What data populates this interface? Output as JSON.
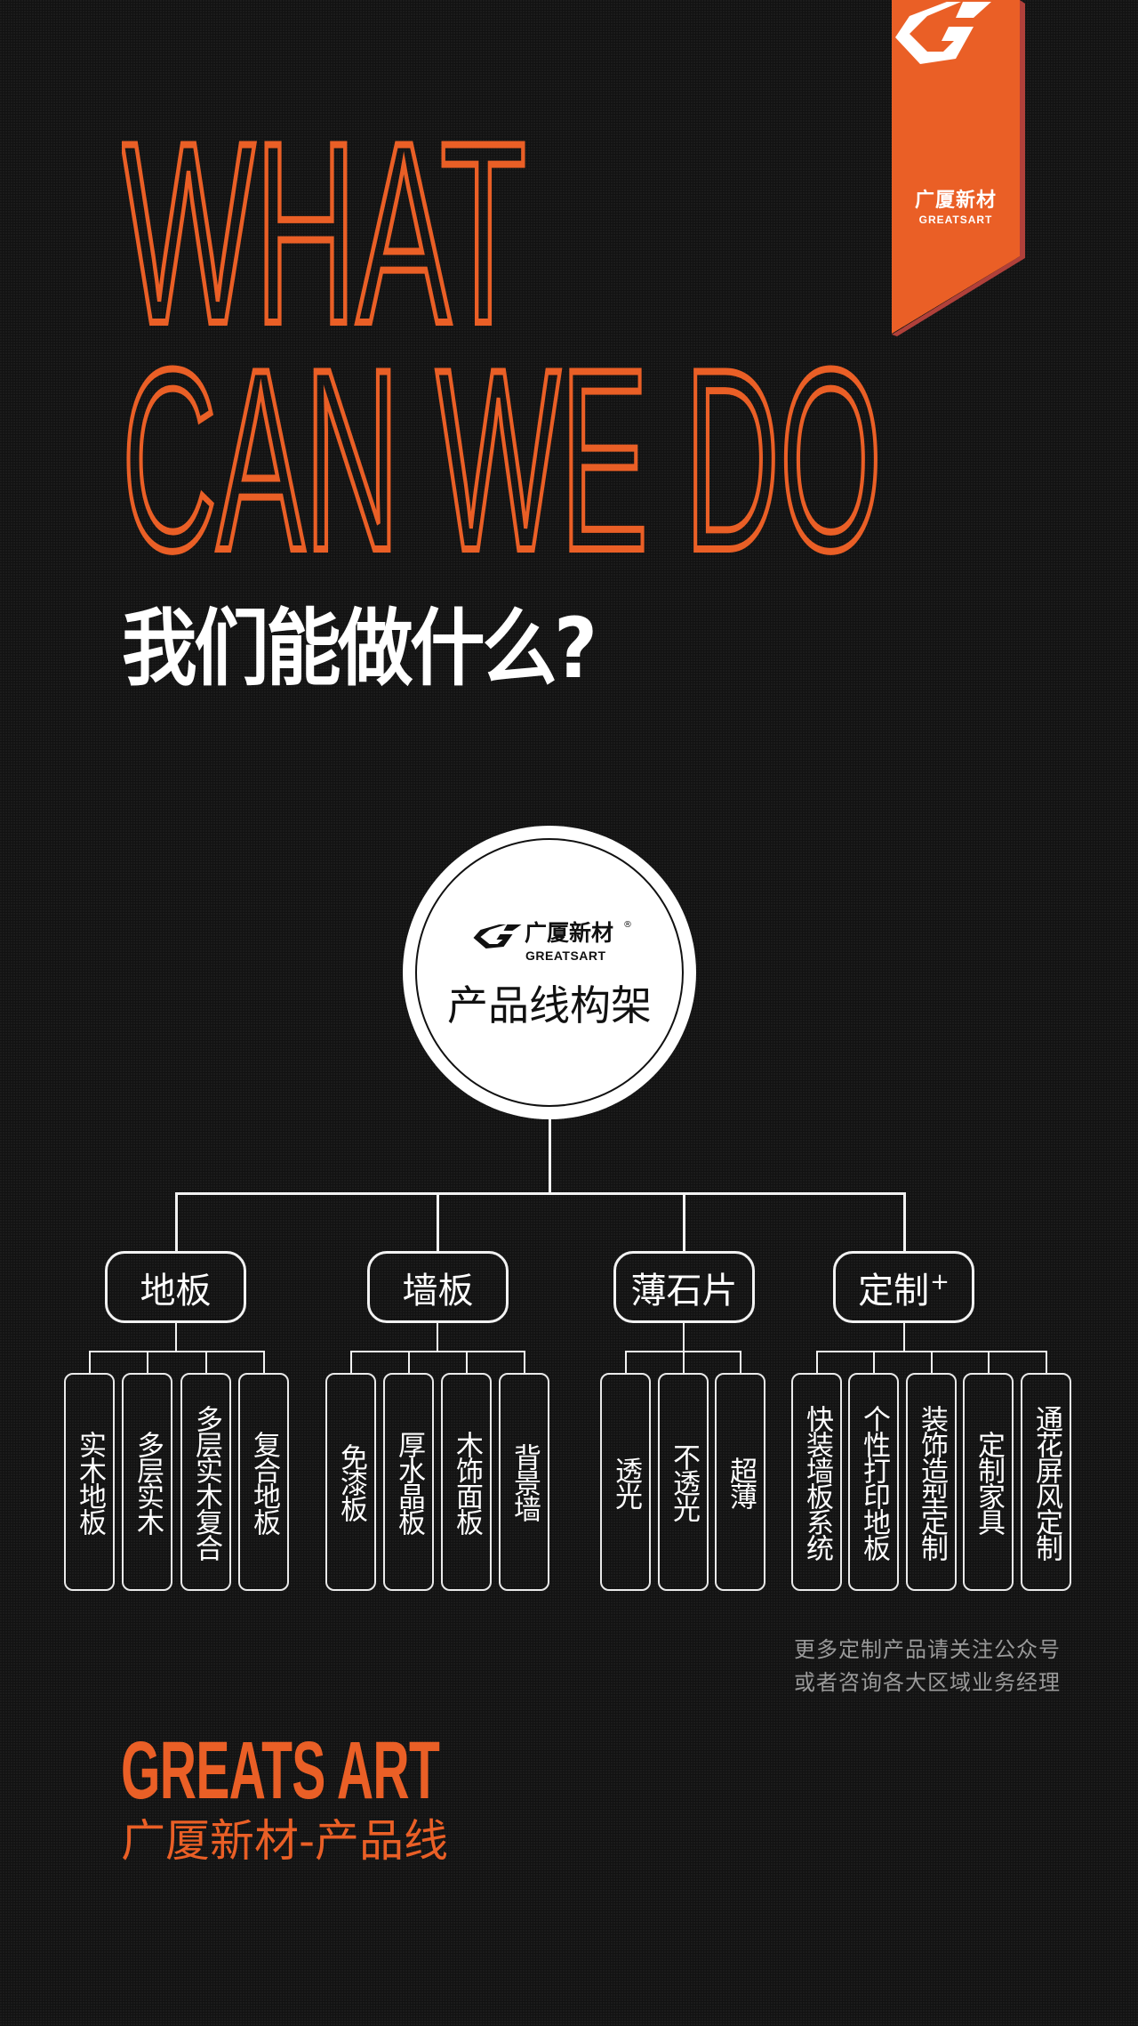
{
  "colors": {
    "accent": "#ea5f26",
    "banner_shadow": "#b0403a",
    "background": "#121212",
    "line": "#f2f2f2",
    "note_text": "#9a9a9a"
  },
  "banner": {
    "logo_icon": "greatsart-g-logo-icon",
    "brand_cn": "广厦新材",
    "brand_en": "GREATSART"
  },
  "headline": {
    "line1": "WHAT",
    "line2": "CAN WE DO",
    "subtitle": "我们能做什么?"
  },
  "root_node": {
    "logo_icon": "greatsart-g-logo-icon",
    "brand_cn": "广厦新材",
    "brand_reg": "®",
    "brand_en": "GREATSART",
    "title": "产品线构架"
  },
  "categories": [
    {
      "label": "地板",
      "suffix": "",
      "items": [
        "实木地板",
        "多层实木",
        "多层实木复合",
        "复合地板"
      ]
    },
    {
      "label": "墙板",
      "suffix": "",
      "items": [
        "免漆板",
        "厚水晶板",
        "木饰面板",
        "背景墙"
      ]
    },
    {
      "label": "薄石片",
      "suffix": "",
      "items": [
        "透光",
        "不透光",
        "超薄"
      ]
    },
    {
      "label": "定制",
      "suffix": "+",
      "items": [
        "快装墙板系统",
        "个性打印地板",
        "装饰造型定制",
        "定制家具",
        "通花屏风定制"
      ]
    }
  ],
  "note": {
    "line1": "更多定制产品请关注公众号",
    "line2": "或者咨询各大区域业务经理"
  },
  "footer": {
    "title_en": "GREATS ART",
    "title_cn": "广厦新材-产品线"
  }
}
